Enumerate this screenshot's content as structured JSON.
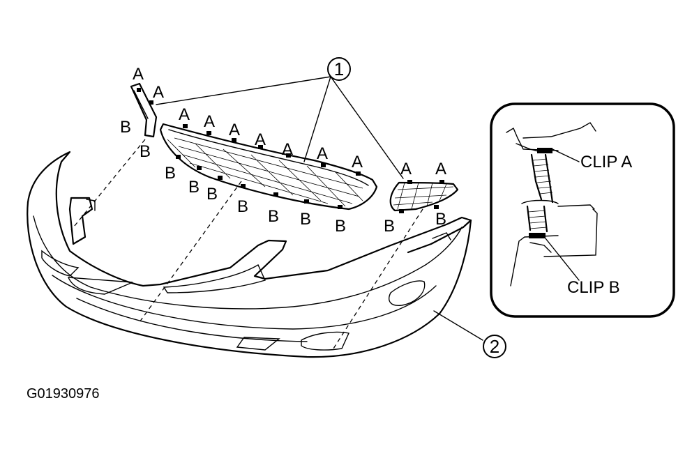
{
  "callouts": {
    "grille": "1",
    "bumper": "2"
  },
  "clip_labels": {
    "a": "A",
    "b": "B"
  },
  "inset": {
    "clip_a": "CLIP A",
    "clip_b": "CLIP B"
  },
  "figure_code": "G01930976"
}
